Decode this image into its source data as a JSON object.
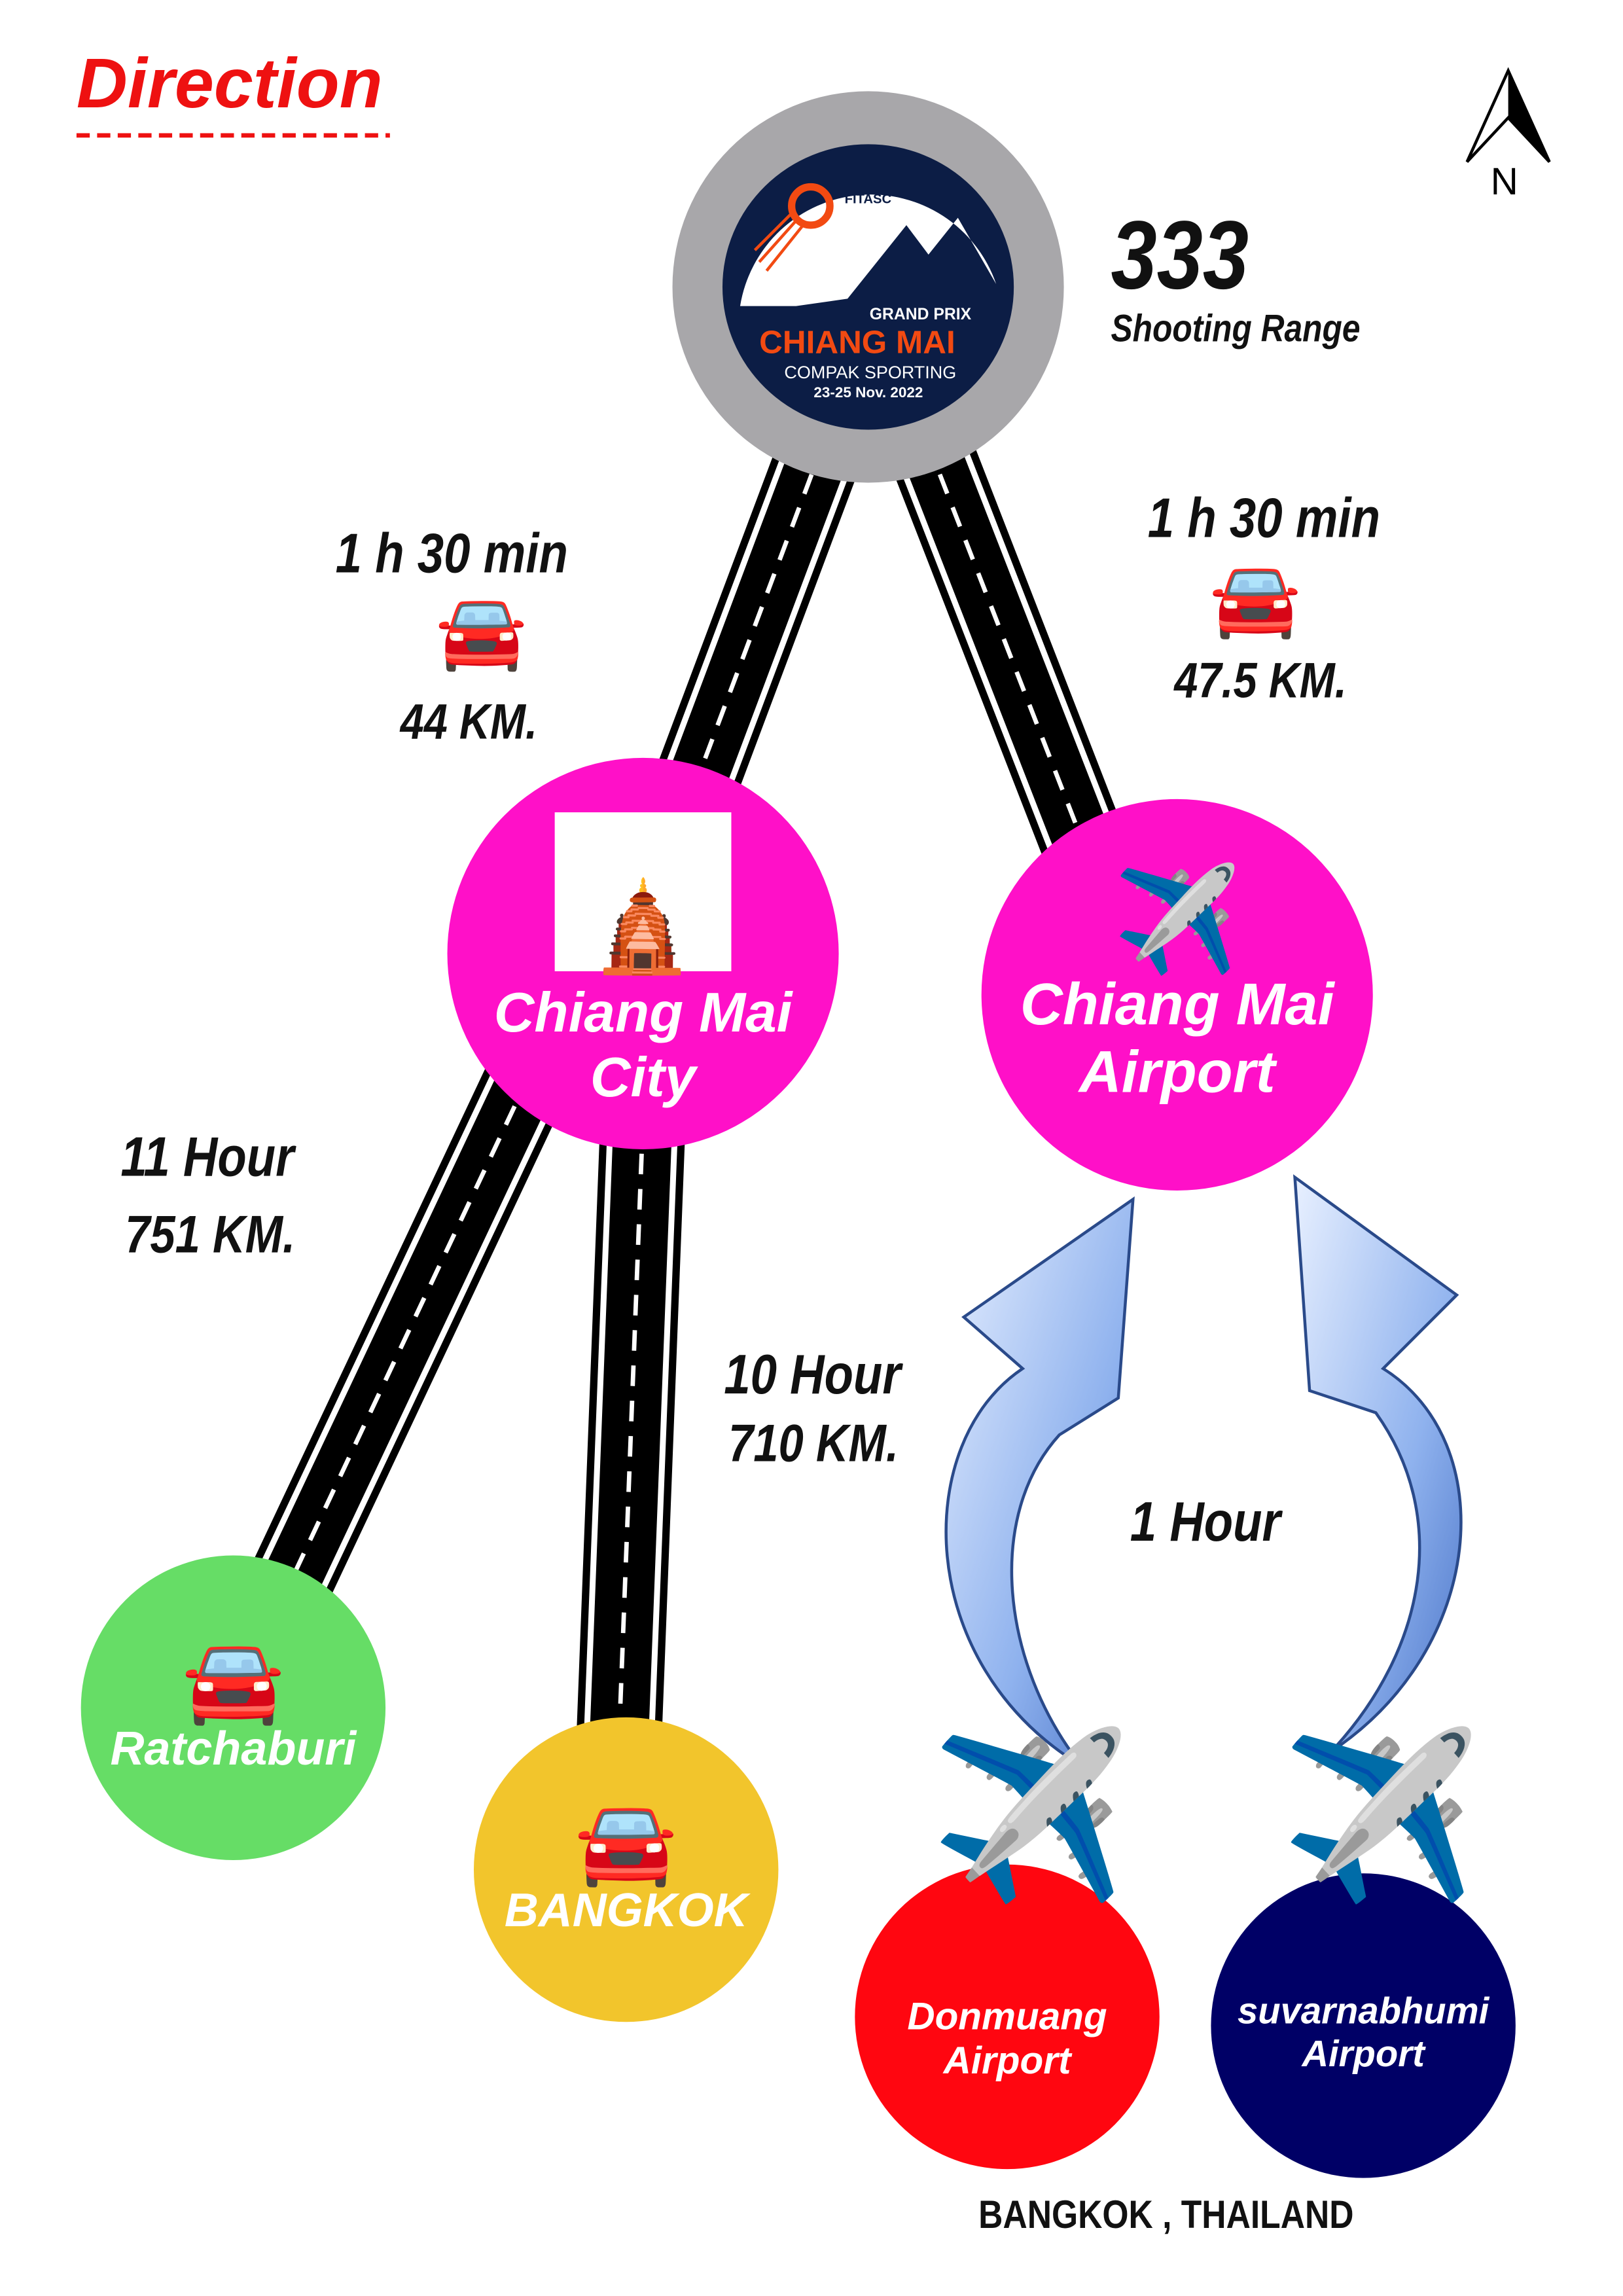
{
  "title": "Direction",
  "compass": {
    "label": "N"
  },
  "venue": {
    "number": "333",
    "name": "Shooting Range"
  },
  "logo": {
    "org": "FITASC",
    "line1": "GRAND PRIX",
    "line2": "CHIANG MAI",
    "line3": "COMPAK SPORTING",
    "dates": "23-25 Nov. 2022"
  },
  "routes": {
    "city_to_range": {
      "time": "1 h 30 min",
      "distance": "44 KM."
    },
    "airport_to_range": {
      "time": "1 h 30 min",
      "distance": "47.5 KM."
    },
    "ratchaburi_to_city": {
      "time": "11 Hour",
      "distance": "751 KM."
    },
    "bangkok_to_city": {
      "time": "10 Hour",
      "distance": "710 KM."
    },
    "flight": {
      "time": "1 Hour"
    }
  },
  "nodes": {
    "city": {
      "line1": "Chiang Mai",
      "line2": "City",
      "color": "#ff10c8"
    },
    "airport": {
      "line1": "Chiang Mai",
      "line2": "Airport",
      "color": "#ff10c8"
    },
    "ratchaburi": {
      "label": "Ratchaburi",
      "color": "#66dd66"
    },
    "bangkok": {
      "label": "BANGKOK",
      "color": "#f2c52c"
    },
    "donmuang": {
      "line1": "Donmuang",
      "line2": "Airport",
      "color": "#ff0610"
    },
    "suvarnabhumi": {
      "line1": "suvarnabhumi",
      "line2": "Airport",
      "color": "#000066"
    }
  },
  "footer": "BANGKOK , THAILAND",
  "colors": {
    "title": "#ee1111",
    "range_ring": "#a8a7aa",
    "logo_navy": "#0c1d45",
    "logo_orange": "#f24a12",
    "arrow": "#8fb2ee"
  }
}
